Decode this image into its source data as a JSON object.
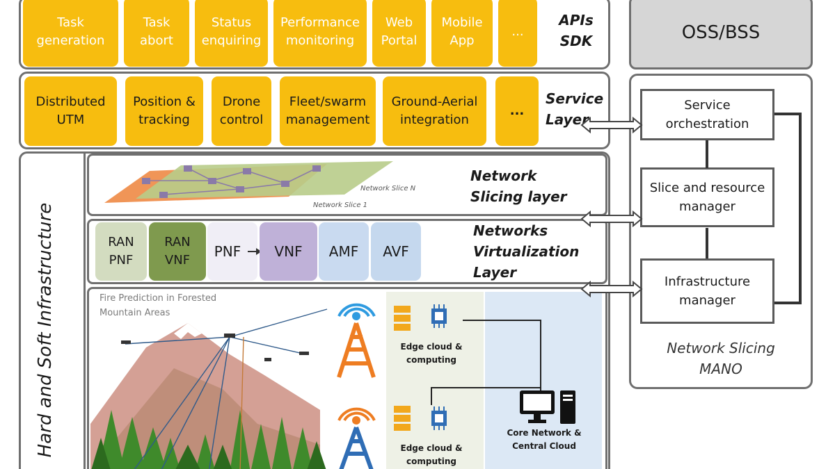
{
  "apis": {
    "items": [
      "Task\ngeneration",
      "Task\nabort",
      "Status\nenquiring",
      "Performance\nmonitoring",
      "Web\nPortal",
      "Mobile\nApp",
      "..."
    ],
    "label": "APIs\nSDK"
  },
  "service_layer": {
    "items": [
      "Distributed\nUTM",
      "Position &\ntracking",
      "Drone\ncontrol",
      "Fleet/swarm\nmanagement",
      "Ground-Aerial\nintegration",
      "..."
    ],
    "label": "Service\nLayer"
  },
  "infrastructure": {
    "label": "Hard and Soft Infrastructure"
  },
  "slicing": {
    "label": "Network\nSlicing layer",
    "slice_n": "Network Slice N",
    "slice_1": "Network Slice 1"
  },
  "virtualization": {
    "label": "Networks\nVirtualization\nLayer",
    "items": [
      "RAN\nPNF",
      "RAN\nVNF",
      "PNF",
      "VNF",
      "AMF",
      "AVF"
    ]
  },
  "scene": {
    "title": "Fire Prediction in Forested\nMountain Areas",
    "edge1": "Edge cloud &\ncomputing",
    "edge2": "Edge cloud &\ncomputing",
    "core": "Core Network &\nCentral Cloud"
  },
  "oss": {
    "label": "OSS/BSS"
  },
  "mano": {
    "service": "Service\norchestration",
    "slice": "Slice and resource\nmanager",
    "infra": "Infrastructure\nmanager",
    "title": "Network Slicing\nMANO"
  },
  "colors": {
    "yellow": "#f7bd0f",
    "ran_pnf": "#d3dcc0",
    "ran_vnf": "#7f9a4e",
    "pnf": "#f0eef6",
    "vnf": "#bfb1d8",
    "amf": "#c9daf0",
    "avf": "#c5d8ee",
    "orange": "#ee7d22",
    "blue": "#2f6db5"
  }
}
